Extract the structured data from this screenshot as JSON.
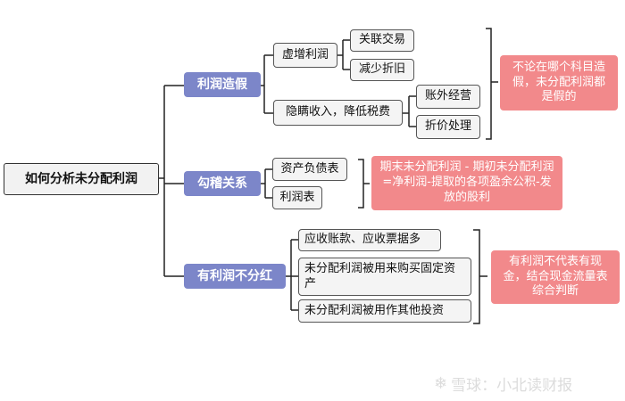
{
  "root": {
    "label": "如何分析未分配利润"
  },
  "branches": [
    {
      "label": "利润造假",
      "children": [
        {
          "label": "虚增利润",
          "children": [
            "关联交易",
            "减少折旧"
          ]
        },
        {
          "label": "隐瞒收入，降低税费",
          "children": [
            "账外经营",
            "折价处理"
          ]
        }
      ],
      "note": "不论在哪个科目造假，未分配利润都是假的"
    },
    {
      "label": "勾稽关系",
      "children": [
        {
          "label": "资产负债表"
        },
        {
          "label": "利润表"
        }
      ],
      "note": "期末未分配利润 - 期初未分配利润=净利润-提取的各项盈余公积-发放的股利"
    },
    {
      "label": "有利润不分红",
      "children": [
        {
          "label": "应收账款、应收票据多"
        },
        {
          "label": "未分配利润被用来购买固定资产"
        },
        {
          "label": "未分配利润被用作其他投资"
        }
      ],
      "note": "有利润不代表有现金，结合现金流量表综合判断"
    }
  ],
  "watermark": {
    "text": "雪球：小北读财报",
    "icon": "snowball-logo-icon"
  },
  "colors": {
    "category": "#7c86c9",
    "note": "#f2898b",
    "line": "#222222",
    "leaf_bg": "#f4f4f4"
  }
}
